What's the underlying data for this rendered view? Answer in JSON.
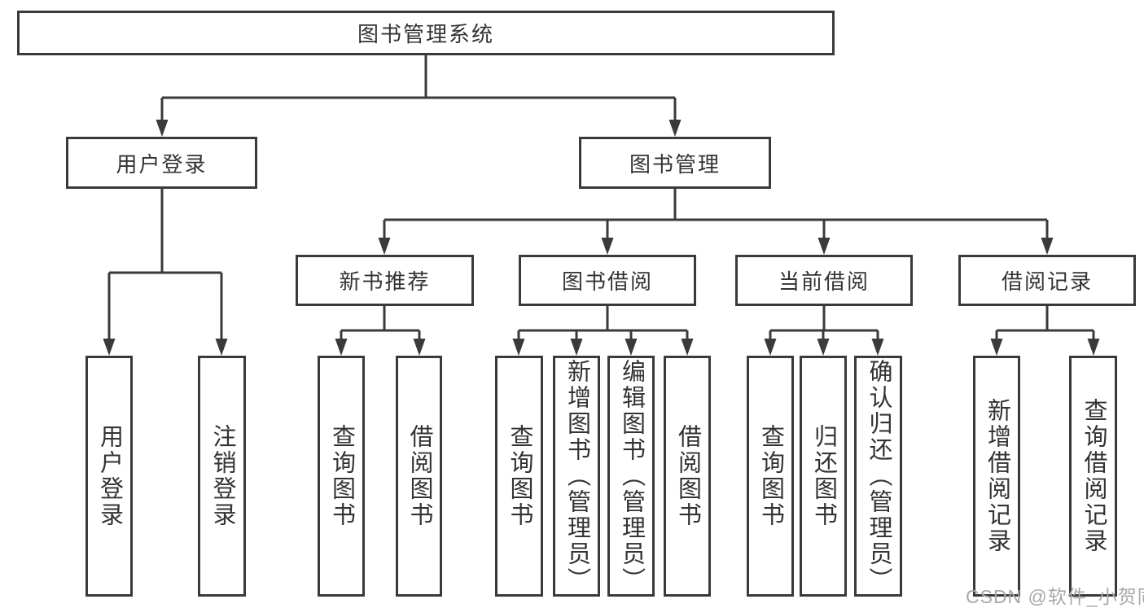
{
  "diagram": {
    "root": {
      "label": "图书管理系统"
    },
    "branches": [
      {
        "label": "用户登录",
        "children": [
          {
            "label": "用户登录"
          },
          {
            "label": "注销登录"
          }
        ]
      },
      {
        "label": "图书管理",
        "sections": [
          {
            "label": "新书推荐",
            "children": [
              {
                "label": "查询图书"
              },
              {
                "label": "借阅图书"
              }
            ]
          },
          {
            "label": "图书借阅",
            "children": [
              {
                "label": "查询图书"
              },
              {
                "label": "新增图书（管理员）"
              },
              {
                "label": "编辑图书（管理员）"
              },
              {
                "label": "借阅图书"
              }
            ]
          },
          {
            "label": "当前借阅",
            "children": [
              {
                "label": "查询图书"
              },
              {
                "label": "归还图书"
              },
              {
                "label": "确认归还（管理员）"
              }
            ]
          },
          {
            "label": "借阅记录",
            "children": [
              {
                "label": "新增借阅记录"
              },
              {
                "label": "查询借阅记录"
              }
            ]
          }
        ]
      }
    ]
  },
  "watermark": {
    "text": "CSDN @软件_小贺同学"
  },
  "colors": {
    "line": "#3a3a3a",
    "text": "#333333",
    "watermark": "#a8a8a8",
    "background": "#ffffff"
  }
}
